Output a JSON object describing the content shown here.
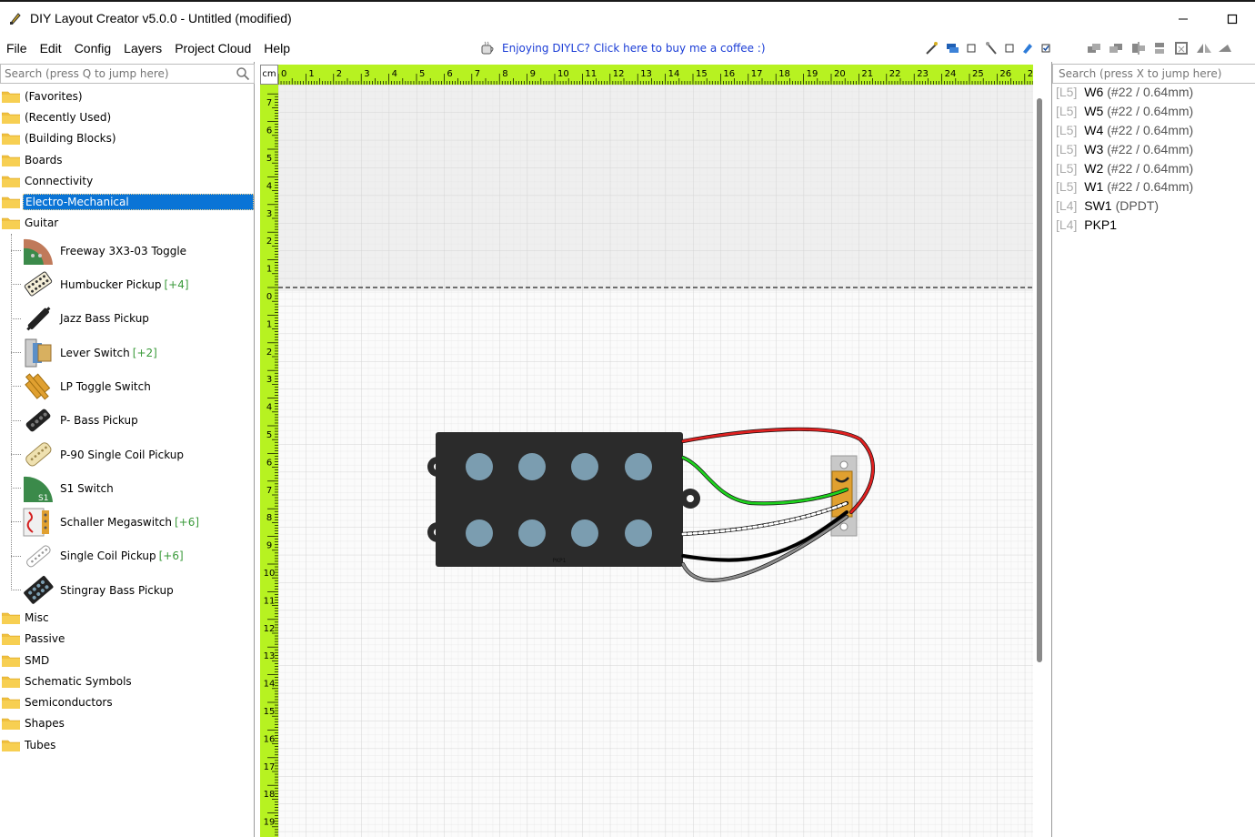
{
  "window": {
    "title": "DIY Layout Creator v5.0.0 - Untitled  (modified)"
  },
  "menu": [
    "File",
    "Edit",
    "Config",
    "Layers",
    "Project Cloud",
    "Help"
  ],
  "coffee_link": "Enjoying DIYLC? Click here to buy me a coffee :)",
  "left_search_placeholder": "Search (press Q to jump here)",
  "right_search_placeholder": "Search (press X to jump here)",
  "folders_top": [
    "(Favorites)",
    "(Recently Used)",
    "(Building Blocks)",
    "Boards",
    "Connectivity",
    "Electro-Mechanical",
    "Guitar"
  ],
  "selected_folder": "Electro-Mechanical",
  "guitar_items": [
    {
      "label": "Freeway 3X3-03 Toggle",
      "count": "",
      "icon": "toggle-switch-icon"
    },
    {
      "label": "Humbucker Pickup",
      "count": "[+4]",
      "icon": "humbucker-icon"
    },
    {
      "label": "Jazz Bass Pickup",
      "count": "",
      "icon": "jazz-bass-pickup-icon"
    },
    {
      "label": "Lever Switch",
      "count": "[+2]",
      "icon": "lever-switch-icon"
    },
    {
      "label": "LP Toggle Switch",
      "count": "",
      "icon": "lp-toggle-icon"
    },
    {
      "label": "P- Bass Pickup",
      "count": "",
      "icon": "p-bass-pickup-icon"
    },
    {
      "label": "P-90 Single Coil Pickup",
      "count": "",
      "icon": "p90-pickup-icon"
    },
    {
      "label": "S1 Switch",
      "count": "",
      "icon": "s1-switch-icon"
    },
    {
      "label": "Schaller Megaswitch",
      "count": "[+6]",
      "icon": "megaswitch-icon"
    },
    {
      "label": "Single Coil Pickup",
      "count": "[+6]",
      "icon": "single-coil-icon"
    },
    {
      "label": "Stingray Bass Pickup",
      "count": "",
      "icon": "stingray-pickup-icon"
    }
  ],
  "folders_bottom": [
    "Misc",
    "Passive",
    "SMD",
    "Schematic Symbols",
    "Semiconductors",
    "Shapes",
    "Tubes"
  ],
  "ruler": {
    "unit": "cm",
    "h_labels": [
      "0",
      "1",
      "2",
      "3",
      "4",
      "5",
      "6",
      "7",
      "8",
      "9",
      "10",
      "11",
      "12",
      "13",
      "14",
      "15",
      "16",
      "17",
      "18",
      "19",
      "20",
      "21",
      "22",
      "23",
      "24",
      "25",
      "26",
      "2"
    ],
    "v_labels": [
      "7",
      "6",
      "5",
      "4",
      "3",
      "2",
      "1",
      "0",
      "1",
      "2",
      "3",
      "4",
      "5",
      "6",
      "7",
      "8",
      "9",
      "10",
      "11",
      "12",
      "13",
      "14",
      "15",
      "16",
      "17",
      "18",
      "19"
    ]
  },
  "pickup_label": "PKP1",
  "wire_colors": {
    "red": "#e02020",
    "green": "#1ed21e",
    "white": "#ffffff",
    "black": "#000000",
    "gray": "#8c8c8c"
  },
  "components": [
    {
      "layer": "[L5]",
      "name": "W6",
      "detail": "(#22 / 0.64mm)"
    },
    {
      "layer": "[L5]",
      "name": "W5",
      "detail": "(#22 / 0.64mm)"
    },
    {
      "layer": "[L5]",
      "name": "W4",
      "detail": "(#22 / 0.64mm)"
    },
    {
      "layer": "[L5]",
      "name": "W3",
      "detail": "(#22 / 0.64mm)"
    },
    {
      "layer": "[L5]",
      "name": "W2",
      "detail": "(#22 / 0.64mm)"
    },
    {
      "layer": "[L5]",
      "name": "W1",
      "detail": "(#22 / 0.64mm)"
    },
    {
      "layer": "[L4]",
      "name": "SW1",
      "detail": "(DPDT)"
    },
    {
      "layer": "[L4]",
      "name": "PKP1",
      "detail": ""
    }
  ]
}
